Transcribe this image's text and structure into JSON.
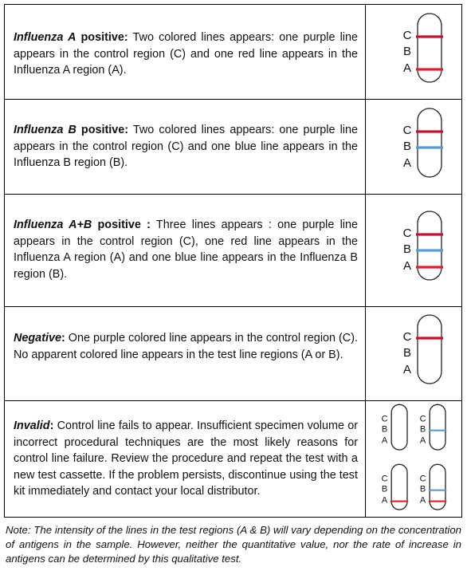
{
  "colors": {
    "control_line": "#c8102e",
    "line_a": "#e41e26",
    "line_b": "#5b9bd5",
    "border": "#000000"
  },
  "rows": [
    {
      "title": "Influenza A",
      "title_suffix": " positive:",
      "text": " Two colored lines appears: one purple line appears in the control region (C) and one red line appears in the Influenza A region (A).",
      "strip": {
        "C": true,
        "B": false,
        "A": true
      }
    },
    {
      "title": "Influenza B",
      "title_suffix": " positive:",
      "text": " Two colored lines appears: one purple line appears in the control region (C) and one blue line appears in the Influenza B region (B).",
      "strip": {
        "C": true,
        "B": true,
        "A": false
      }
    },
    {
      "title": "Influenza A+B",
      "title_suffix": " positive :",
      "text": " Three lines appears : one purple line appears in the control region (C), one red line appears in the Influenza A region (A) and one blue line appears in the Influenza B region (B).",
      "strip": {
        "C": true,
        "B": true,
        "A": true
      }
    },
    {
      "title": "Negative",
      "title_suffix": ":",
      "text": " One purple colored line appears in the control region (C). No apparent colored line appears in the test line regions (A or B).",
      "strip": {
        "C": true,
        "B": false,
        "A": false
      }
    },
    {
      "title": "Invalid",
      "title_suffix": ":",
      "text": " Control line fails to appear. Insufficient specimen volume or incorrect procedural techniques are the most likely reasons for control line failure. Review the procedure and repeat the test with a new test cassette. If the problem persists, discontinue using the test kit immediately and contact your local distributor.",
      "strips": [
        {
          "C": false,
          "B": false,
          "A": false
        },
        {
          "C": false,
          "B": true,
          "A": false
        },
        {
          "C": false,
          "B": false,
          "A": true
        },
        {
          "C": false,
          "B": true,
          "A": true
        }
      ]
    }
  ],
  "strip_labels": {
    "C": "C",
    "B": "B",
    "A": "A"
  },
  "note": "Note: The intensity of the lines in the test regions (A & B) will vary depending on the concentration of antigens in the sample. However, neither the quantitative value, nor the rate of increase in antigens can be determined by this qualitative test."
}
